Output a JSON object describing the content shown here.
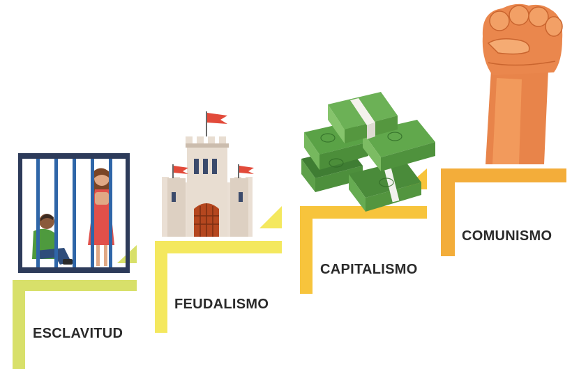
{
  "stages": [
    {
      "label": "ESCLAVITUD",
      "color": "#d8e06a",
      "icon": "prison-cell-icon"
    },
    {
      "label": "FEUDALISMO",
      "color": "#f4e85e",
      "icon": "castle-icon"
    },
    {
      "label": "CAPITALISMO",
      "color": "#f7c43c",
      "icon": "money-stacks-icon"
    },
    {
      "label": "COMUNISMO",
      "color": "#f3ad3a",
      "icon": "raised-fist-icon"
    }
  ]
}
